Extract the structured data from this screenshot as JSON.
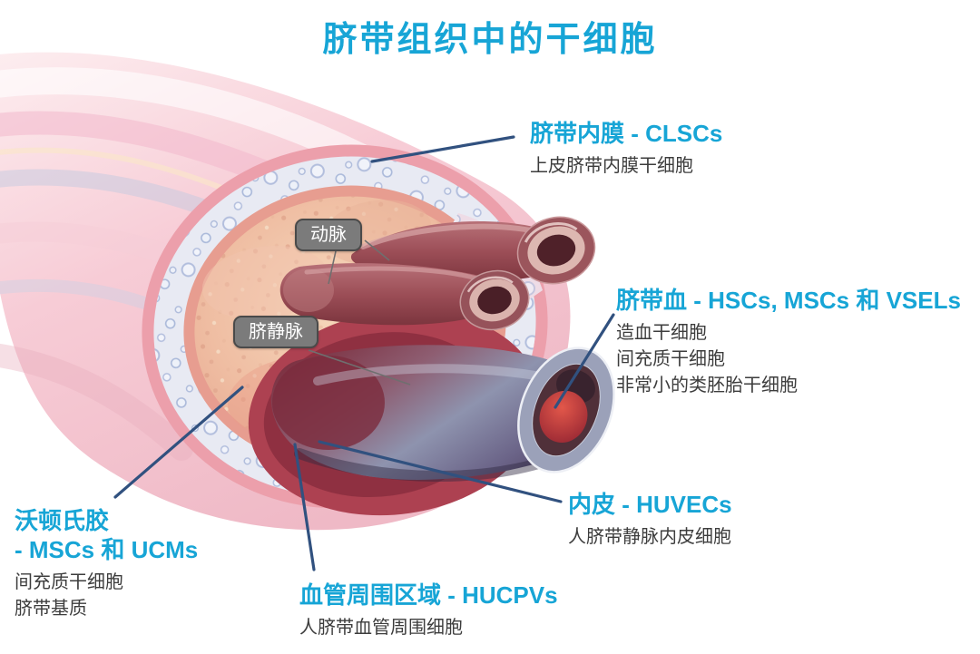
{
  "page": {
    "title": "脐带组织中的干细胞"
  },
  "colors": {
    "accent_cyan": "#17a5d6",
    "leader_line_navy": "#31517f",
    "description_text": "#3d3d3d",
    "tag_background": "#7b7b7b",
    "tag_border": "#4a4a4a",
    "tag_text": "#ffffff"
  },
  "tags": {
    "artery": "动脉",
    "vein": "脐静脉"
  },
  "callouts": {
    "cord_lining": {
      "heading": "脐带内膜 - CLSCs",
      "description": "上皮脐带内膜干细胞"
    },
    "cord_blood": {
      "heading": "脐带血 - HSCs, MSCs 和 VSELs",
      "description_lines": [
        "造血干细胞",
        "间充质干细胞",
        "非常小的类胚胎干细胞"
      ]
    },
    "whartons_jelly": {
      "heading_line1": "沃顿氏胶",
      "heading_line2": "- MSCs 和 UCMs",
      "description_lines": [
        "间充质干细胞",
        "脐带基质"
      ]
    },
    "endothelium": {
      "heading": "内皮 - HUVECs",
      "description": "人脐带静脉内皮细胞"
    },
    "perivascular": {
      "heading": "血管周围区域 - HUCPVs",
      "description": "人脐带血管周围细胞"
    }
  }
}
